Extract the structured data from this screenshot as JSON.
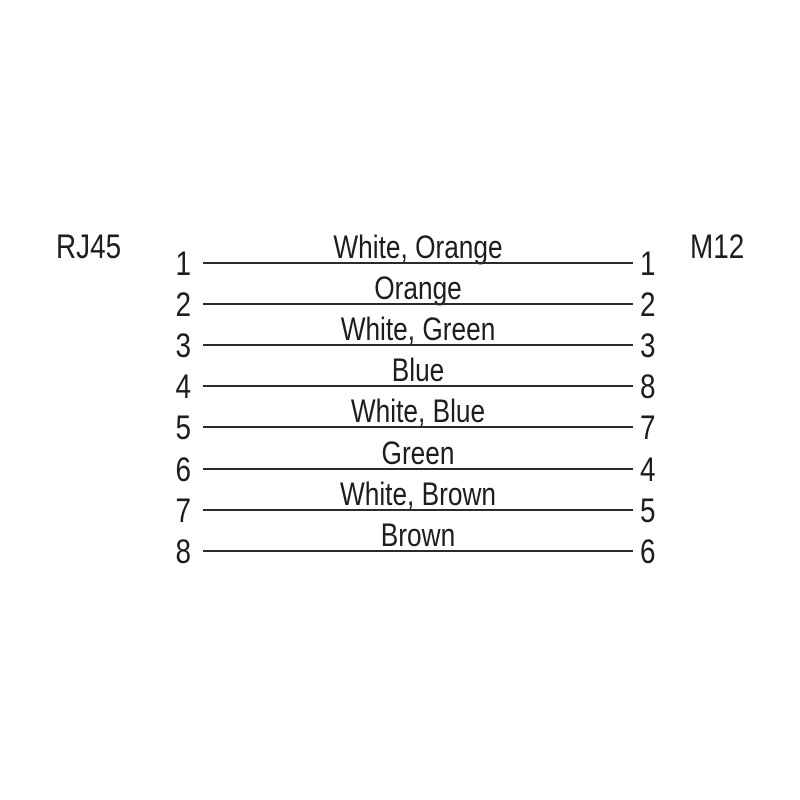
{
  "diagram": {
    "left_connector": "RJ45",
    "right_connector": "M12",
    "connections": [
      {
        "left_pin": "1",
        "wire_color": "White, Orange",
        "right_pin": "1"
      },
      {
        "left_pin": "2",
        "wire_color": "Orange",
        "right_pin": "2"
      },
      {
        "left_pin": "3",
        "wire_color": "White, Green",
        "right_pin": "3"
      },
      {
        "left_pin": "4",
        "wire_color": "Blue",
        "right_pin": "8"
      },
      {
        "left_pin": "5",
        "wire_color": "White, Blue",
        "right_pin": "7"
      },
      {
        "left_pin": "6",
        "wire_color": "Green",
        "right_pin": "4"
      },
      {
        "left_pin": "7",
        "wire_color": "White, Brown",
        "right_pin": "5"
      },
      {
        "left_pin": "8",
        "wire_color": "Brown",
        "right_pin": "6"
      }
    ],
    "colors": {
      "text": "#1d1d1b",
      "line": "#2b2b2b",
      "background": "#ffffff"
    }
  }
}
